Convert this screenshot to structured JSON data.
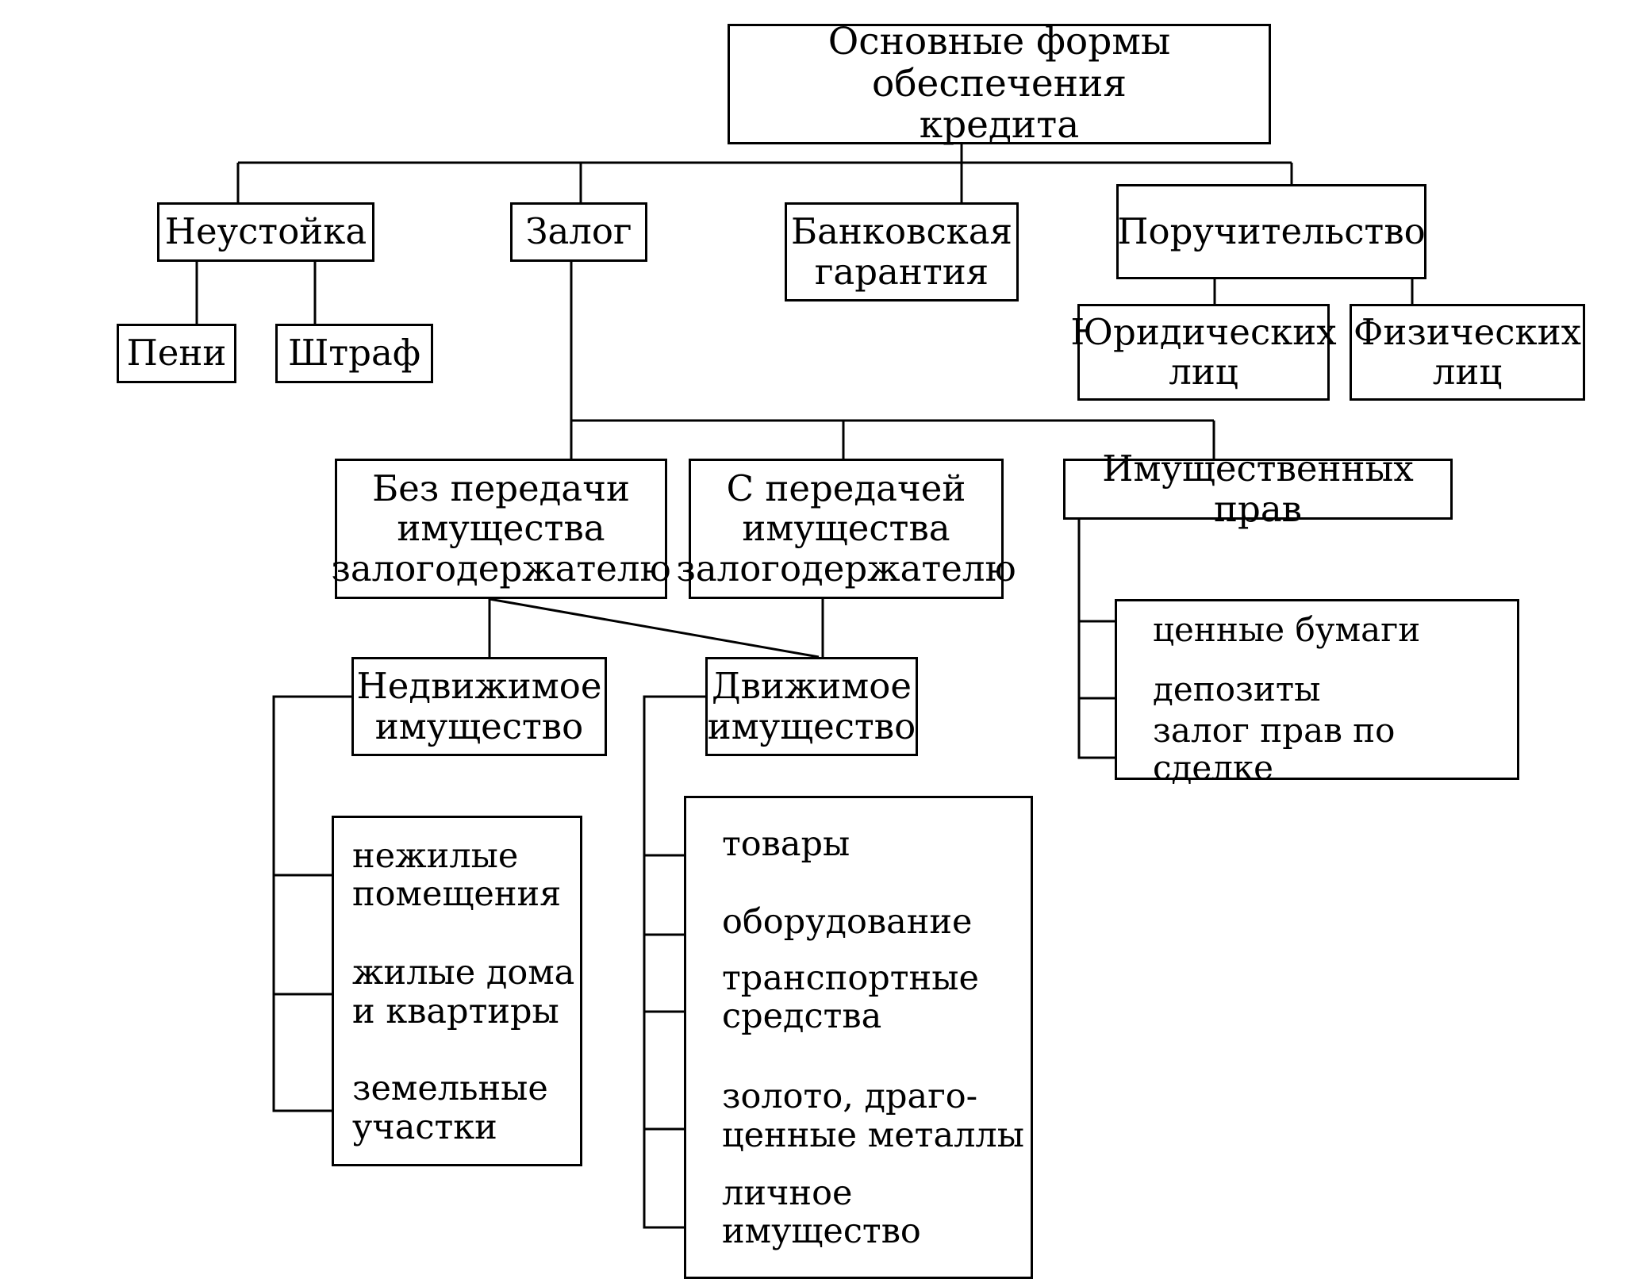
{
  "root": "Основные формы обеспечения\nкредита",
  "neustoyka": {
    "title": "Неустойка",
    "penalty_fee": "Пени",
    "fine": "Штраф"
  },
  "zalog": {
    "title": "Залог",
    "without_transfer": "Без передачи\nимущества\nзалогодержателю",
    "with_transfer": "С передачей\nимущества\nзалогодержателю",
    "property_rights": "Имущественных прав",
    "property_rights_items": [
      "ценные бумаги",
      "депозиты",
      "залог прав по сделке"
    ],
    "real_estate": "Недвижимое\nимущество",
    "real_estate_items": [
      "нежилые\nпомещения",
      "жилые дома\nи квартиры",
      "земельные\nучастки"
    ],
    "movables": "Движимое\nимущество",
    "movables_items": [
      "товары",
      "оборудование",
      "транспортные\nсредства",
      "золото, драго-\nценные металлы",
      "личное\nимущество"
    ]
  },
  "bank_guarantee": "Банковская\nгарантия",
  "poruchitelstvo": {
    "title": "Поручительство",
    "legal_entities": "Юридических\nлиц",
    "individuals": "Физических\nлиц"
  }
}
